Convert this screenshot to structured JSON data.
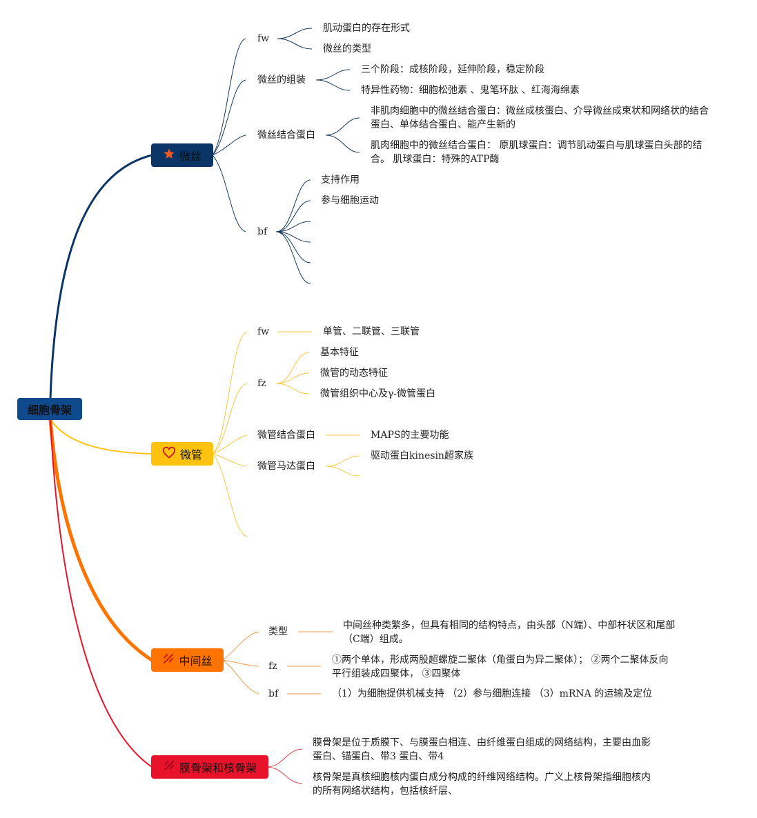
{
  "colors": {
    "root": "#0f4a8c",
    "microfilament": "#0a3566",
    "microtubule": "#ffc20e",
    "intermediate": "#ff7300",
    "membrane": "#e8132a",
    "mf_line": "#14395e",
    "mt_line": "#f7c745",
    "if_line": "#f39a4c",
    "mem_line": "#e0404e"
  },
  "root": {
    "label": "细胞骨架"
  },
  "microfilament": {
    "label": "微丝",
    "icon": "star-icon",
    "fw": {
      "label": "fw",
      "items": [
        "肌动蛋白的存在形式",
        "微丝的类型"
      ]
    },
    "assembly": {
      "label": "微丝的组装",
      "items": [
        "三个阶段：成核阶段，延伸阶段，稳定阶段",
        "特异性药物：细胞松弛素 、鬼笔环肽 、红海海绵素"
      ]
    },
    "binding": {
      "label": "微丝结合蛋白",
      "items": [
        "非肌肉细胞中的微丝结合蛋白：微丝成核蛋白、介导微丝成束状和网络状的结合蛋白、单体结合蛋白、能产生新的",
        "肌肉细胞中的微丝结合蛋白： 原肌球蛋白：调节肌动蛋白与肌球蛋白头部的结合。 肌球蛋白：特殊的ATP酶"
      ]
    },
    "bf": {
      "label": "bf",
      "items": [
        "支持作用",
        "参与细胞运动"
      ]
    }
  },
  "microtubule": {
    "label": "微管",
    "icon": "heart-icon",
    "fw": {
      "label": "fw",
      "item": "单管、二联管、三联管"
    },
    "fz": {
      "label": "fz",
      "items": [
        "基本特征",
        "微管的动态特征",
        "微管组织中心及γ-微管蛋白"
      ]
    },
    "binding": {
      "label": "微管结合蛋白",
      "item": "MAPS的主要功能"
    },
    "motor": {
      "label": "微管马达蛋白",
      "item": "驱动蛋白kinesin超家族"
    }
  },
  "intermediate": {
    "label": "中间丝",
    "icon": "tools-icon",
    "type": {
      "label": "类型",
      "item": "中间丝种类繁多，但具有相同的结构特点，由头部（N端）、中部杆状区和尾部（C端）组成。"
    },
    "fz": {
      "label": "fz",
      "item": "①两个单体，形成两股超螺旋二聚体（角蛋白为异二聚体）； ②两个二聚体反向平行组装成四聚体， ③四聚体"
    },
    "bf": {
      "label": "bf",
      "item": "（1）为细胞提供机械支持 （2）参与细胞连接 （3）mRNA 的运输及定位"
    }
  },
  "membrane": {
    "label": "膜骨架和核骨架",
    "icon": "tools-icon",
    "items": [
      "膜骨架是位于质膜下、与膜蛋白相连、由纤维蛋白组成的网络结构，主要由血影蛋白、锚蛋白、带3 蛋白、带4",
      "核骨架是真核细胞核内蛋白成分构成的纤维网络结构。广义上核骨架指细胞核内的所有网络状结构，包括核纤层、"
    ]
  }
}
